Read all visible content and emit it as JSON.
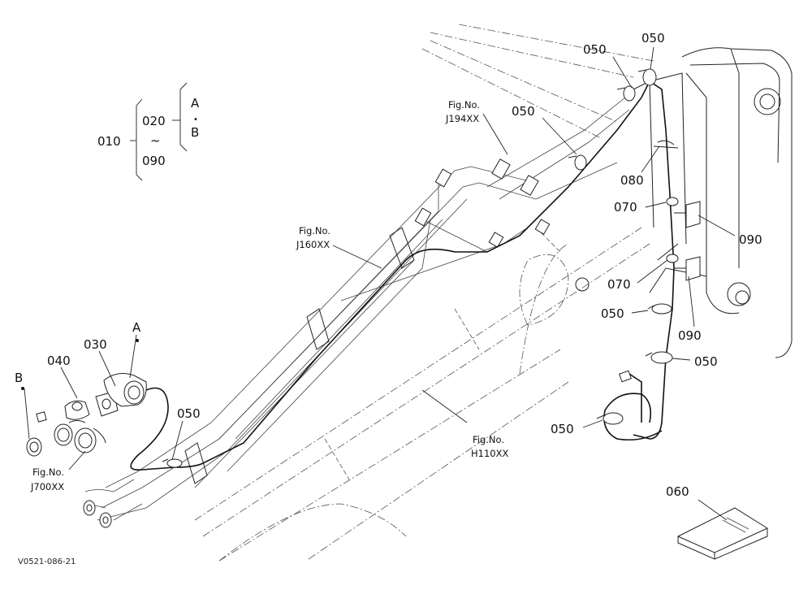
{
  "legend": {
    "root": "010",
    "top": "020",
    "tilde": "~",
    "bottom": "090",
    "variant_a": "A",
    "dot": "•",
    "variant_b": "B"
  },
  "figure_refs": {
    "j194": {
      "line1": "Fig.No.",
      "line2": "J194XX"
    },
    "j160": {
      "line1": "Fig.No.",
      "line2": "J160XX"
    },
    "j700": {
      "line1": "Fig.No.",
      "line2": "J700XX"
    },
    "h110": {
      "line1": "Fig.No.",
      "line2": "H110XX"
    }
  },
  "callouts": {
    "c050_top_left": "050",
    "c050_top_right": "050",
    "c050_mid": "050",
    "c080": "080",
    "c070_upper": "070",
    "c090_upper": "090",
    "c070_lower": "070",
    "c050_right_upper": "050",
    "c090_lower": "090",
    "c050_right_lower": "050",
    "c050_bottom_mid": "050",
    "c050_left_lower": "050",
    "c030": "030",
    "c040": "040",
    "a_label": "A",
    "b_label": "B",
    "c060": "060"
  },
  "diagram_code": "V0521-086-21"
}
